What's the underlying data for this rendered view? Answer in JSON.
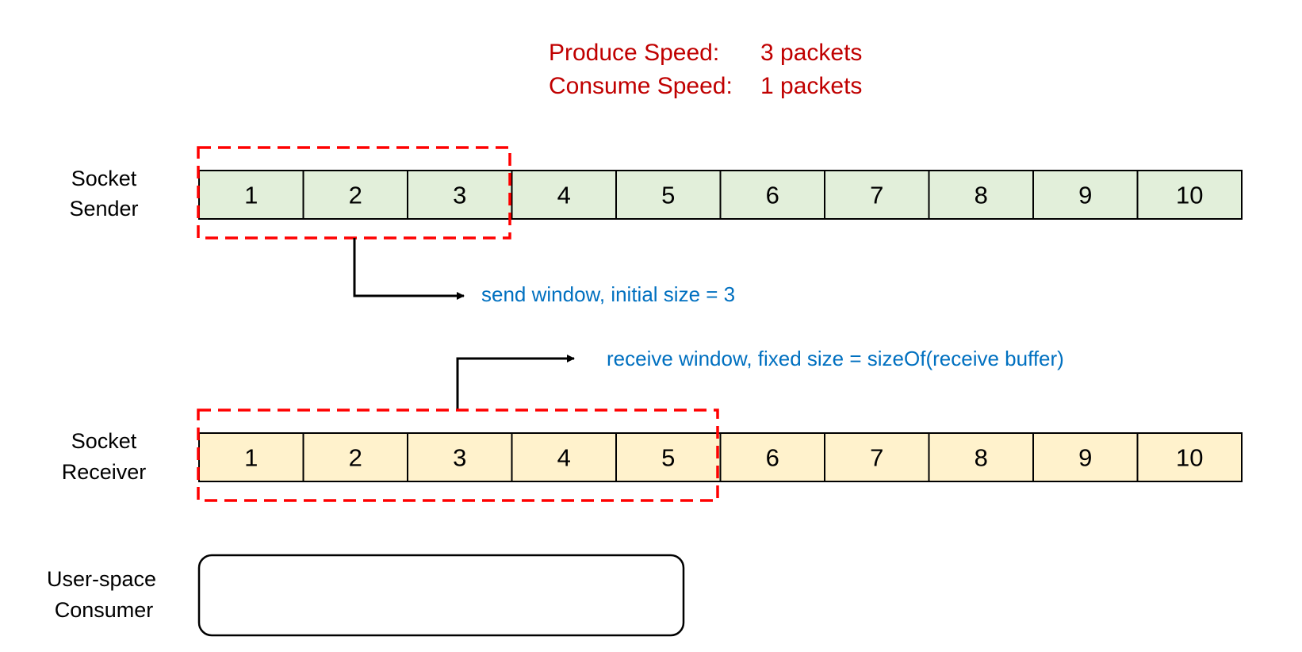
{
  "speeds": {
    "produce_label": "Produce Speed:",
    "produce_value": "3 packets",
    "consume_label": "Consume Speed:",
    "consume_value": "1 packets"
  },
  "sender": {
    "label_line1": "Socket",
    "label_line2": "Sender",
    "cells": [
      "1",
      "2",
      "3",
      "4",
      "5",
      "6",
      "7",
      "8",
      "9",
      "10"
    ],
    "fill": "#e2efda",
    "window_size": 3
  },
  "receiver": {
    "label_line1": "Socket",
    "label_line2": "Receiver",
    "cells": [
      "1",
      "2",
      "3",
      "4",
      "5",
      "6",
      "7",
      "8",
      "9",
      "10"
    ],
    "fill": "#fff2cc",
    "window_size": 5
  },
  "consumer": {
    "label_line1": "User-space",
    "label_line2": "Consumer"
  },
  "annotations": {
    "send_window": "send window, initial size = 3",
    "receive_window": "receive window,  fixed size = sizeOf(receive buffer)"
  },
  "colors": {
    "window_border": "#ff0000",
    "speed_text": "#c00000",
    "note_text": "#0070c0"
  }
}
